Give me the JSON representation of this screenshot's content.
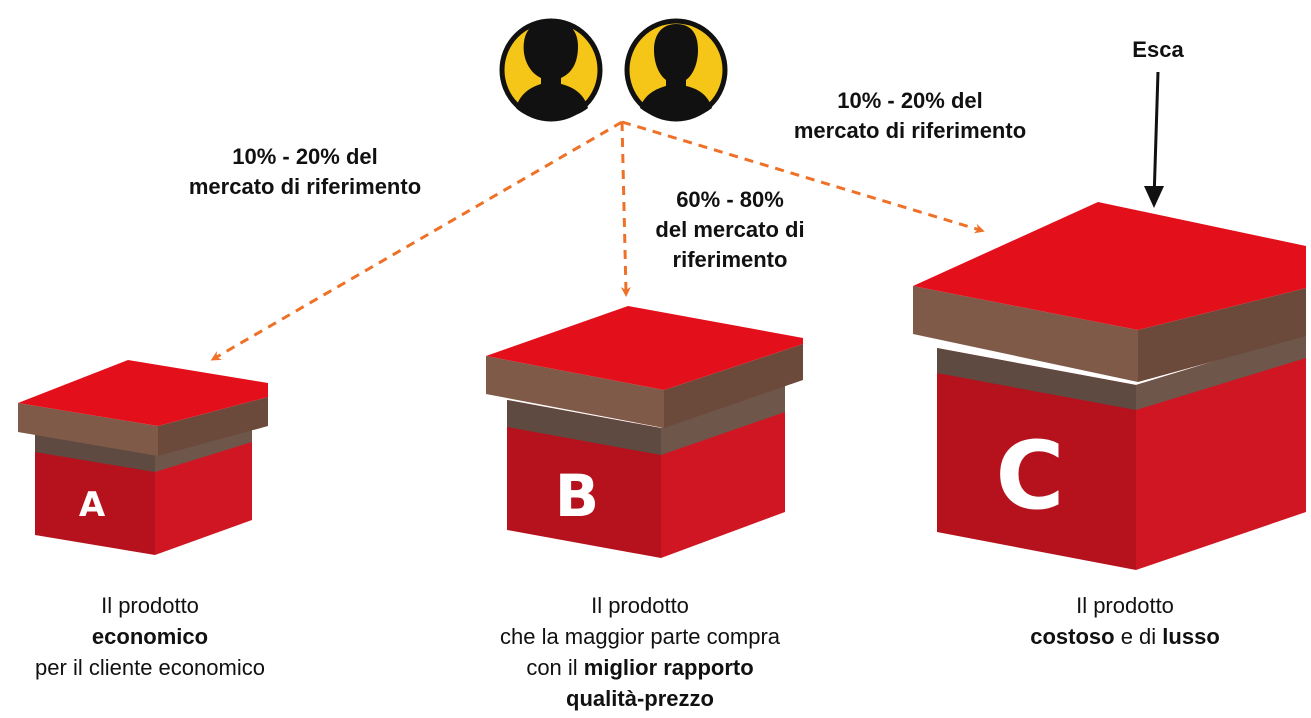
{
  "decoy_label": "Esca",
  "share_a": {
    "line1": "10% - 20% del",
    "line2": "mercato di riferimento"
  },
  "share_b": {
    "line1": "60% - 80%",
    "line2": "del mercato di",
    "line3": "riferimento"
  },
  "share_c": {
    "line1": "10% - 20% del",
    "line2": "mercato di riferimento"
  },
  "boxes": [
    {
      "letter": "A"
    },
    {
      "letter": "B"
    },
    {
      "letter": "C"
    }
  ],
  "caption_a": {
    "line1": "Il prodotto",
    "line2_bold": "economico",
    "line3": "per il cliente economico"
  },
  "caption_b": {
    "line1": "Il prodotto",
    "line2": "che la maggior parte compra",
    "line3_pre": "con il ",
    "line3_bold": "miglior rapporto",
    "line4_bold": "qualità-prezzo"
  },
  "caption_c": {
    "line1": "Il prodotto",
    "line2_bold_1": "costoso",
    "line2_mid": " e di ",
    "line2_bold_2": "lusso"
  },
  "icons": [
    "woman-avatar-icon",
    "man-avatar-icon"
  ],
  "colors": {
    "box_top": "#e30f1b",
    "box_front": "#b5121d",
    "box_side": "#d01622",
    "lid_band": "#7f5a48",
    "arrow": "#ee7127",
    "avatar_bg": "#f5c518"
  }
}
